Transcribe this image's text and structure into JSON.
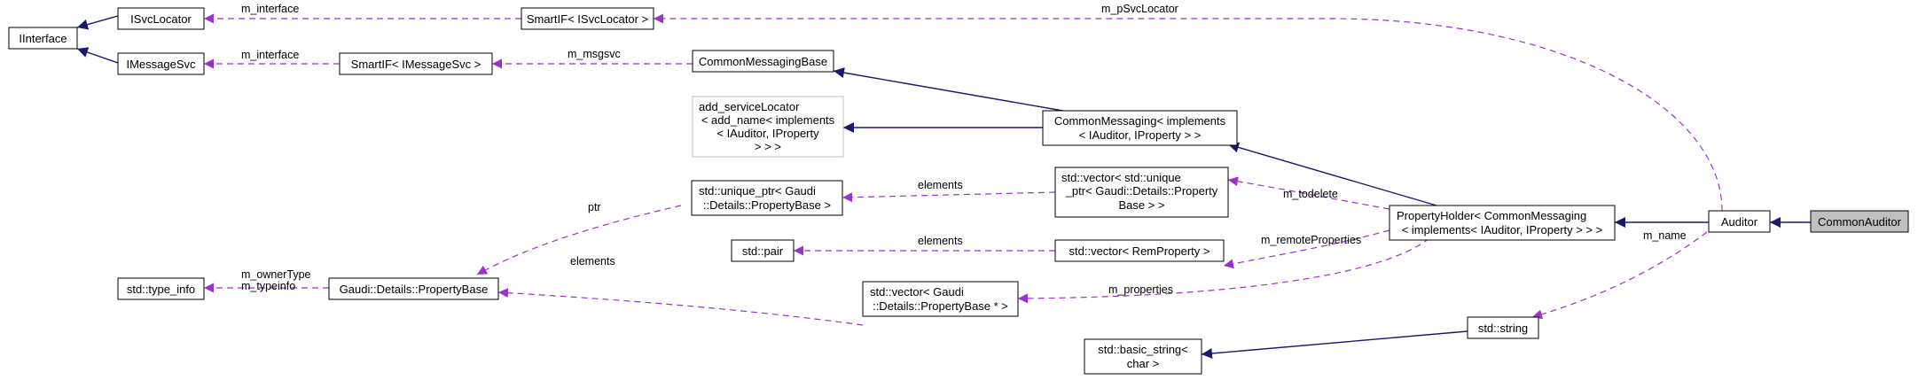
{
  "nodes": {
    "iinterface": [
      "IInterface"
    ],
    "isvclocator": [
      "ISvcLocator"
    ],
    "imessagesvc": [
      "IMessageSvc"
    ],
    "smartif_svclocator": [
      "SmartIF< ISvcLocator >"
    ],
    "smartif_messagesvc": [
      "SmartIF< IMessageSvc >"
    ],
    "commonmessagingbase": [
      "CommonMessagingBase"
    ],
    "add_servicelocator": [
      "add_serviceLocator",
      "< add_name< implements",
      "< IAuditor, IProperty",
      "> > >"
    ],
    "commonmessaging": [
      "CommonMessaging< implements",
      "< IAuditor, IProperty > >"
    ],
    "unique_ptr": [
      "std::unique_ptr< Gaudi",
      "::Details::PropertyBase >"
    ],
    "vector_unique": [
      "std::vector< std::unique",
      "_ptr< Gaudi::Details::Property",
      "Base > >"
    ],
    "type_info": [
      "std::type_info"
    ],
    "propertybase": [
      "Gaudi::Details::PropertyBase"
    ],
    "pair": [
      "std::pair"
    ],
    "vector_remprop": [
      "std::vector< RemProperty >"
    ],
    "vector_propbase": [
      "std::vector< Gaudi",
      "::Details::PropertyBase * >"
    ],
    "propertyholder": [
      "PropertyHolder< CommonMessaging",
      "< implements< IAuditor, IProperty > > >"
    ],
    "auditor": [
      "Auditor"
    ],
    "commonauditor": [
      "CommonAuditor"
    ],
    "basic_string": [
      "std::basic_string<",
      "char >"
    ],
    "string": [
      "std::string"
    ]
  },
  "edge_labels": {
    "m_interface_1": "m_interface",
    "m_interface_2": "m_interface",
    "m_psvclocator": "m_pSvcLocator",
    "m_msgsvc": "m_msgsvc",
    "elements_1": "elements",
    "ptr": "ptr",
    "m_todelete": "m_todelete",
    "m_ownertype": "m_ownerType",
    "m_typeinfo": "m_typeinfo",
    "elements_2": "elements",
    "m_remoteproperties": "m_remoteProperties",
    "elements_3": "elements",
    "m_properties": "m_properties",
    "m_name": "m_name"
  },
  "colors": {
    "inheritance": "#191970",
    "usage": "#9a32cd",
    "focus_fill": "#bfbfbf",
    "gray_border": "#bfbfbf"
  }
}
